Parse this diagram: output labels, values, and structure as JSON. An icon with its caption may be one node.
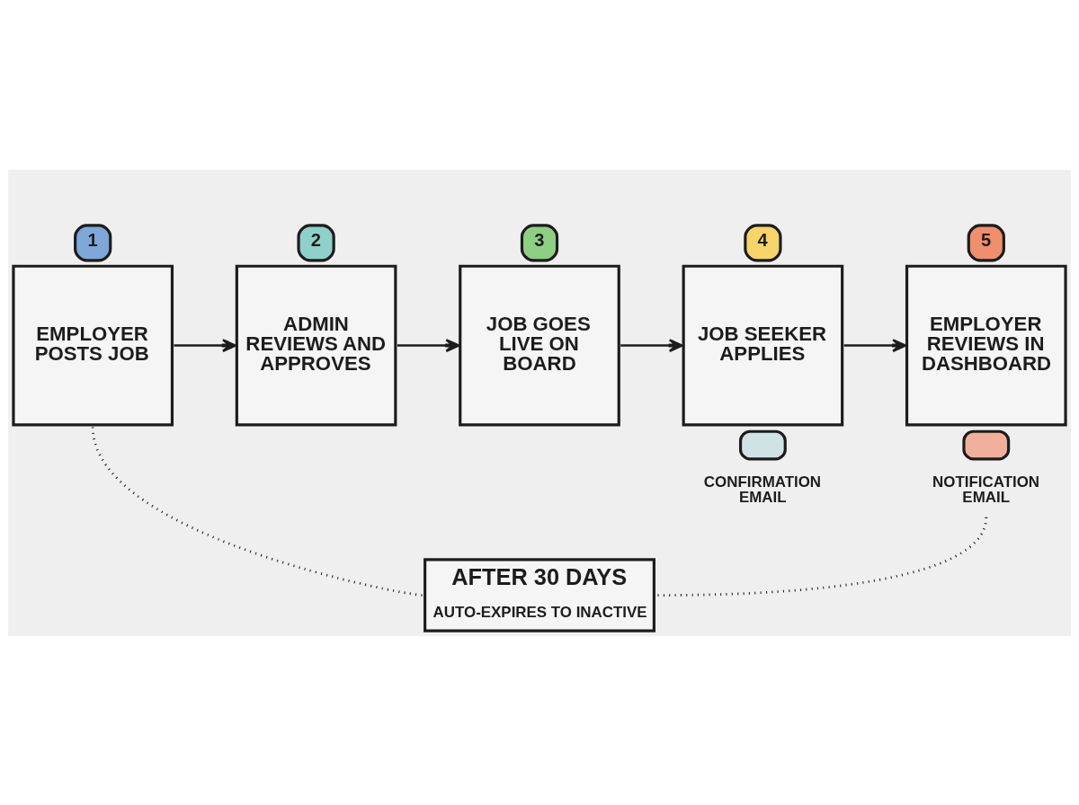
{
  "diagram": {
    "nodes": [
      {
        "text": [
          "1",
          "EMPLOYER POSTS JOB"
        ]
      },
      {
        "text": [
          "2",
          "ADMIN REVIEWS AND APPROVES"
        ]
      },
      {
        "text": [
          "3",
          "JOB GOES LIVE ON BOARD"
        ]
      },
      {
        "text": [
          "4",
          "JOB SEEKER APPLIES"
        ],
        "beside": [
          "CONFIRMATION EMAIL"
        ]
      },
      {
        "text": [
          "5",
          "EMPLOYER REVIEWS IN DASHBOARD"
        ],
        "beside": [
          "NOTIFICATION EMAIL"
        ]
      },
      {
        "text": [
          "AFTER 30 DAYS",
          "AUTO-EXPIRES TO INACTIVE"
        ]
      }
    ],
    "edges": [
      {
        "from": 0,
        "to": 1,
        "arrow": "to"
      },
      {
        "from": 1,
        "to": 2,
        "arrow": "to"
      },
      {
        "from": 2,
        "to": 3,
        "arrow": "to"
      },
      {
        "from": 3,
        "to": 4,
        "arrow": "to"
      },
      {
        "from": 0,
        "to": 5,
        "arrow": "none",
        "style": "dashed"
      },
      {
        "from": 4,
        "to": 5,
        "arrow": "none",
        "style": "dashed"
      }
    ]
  }
}
